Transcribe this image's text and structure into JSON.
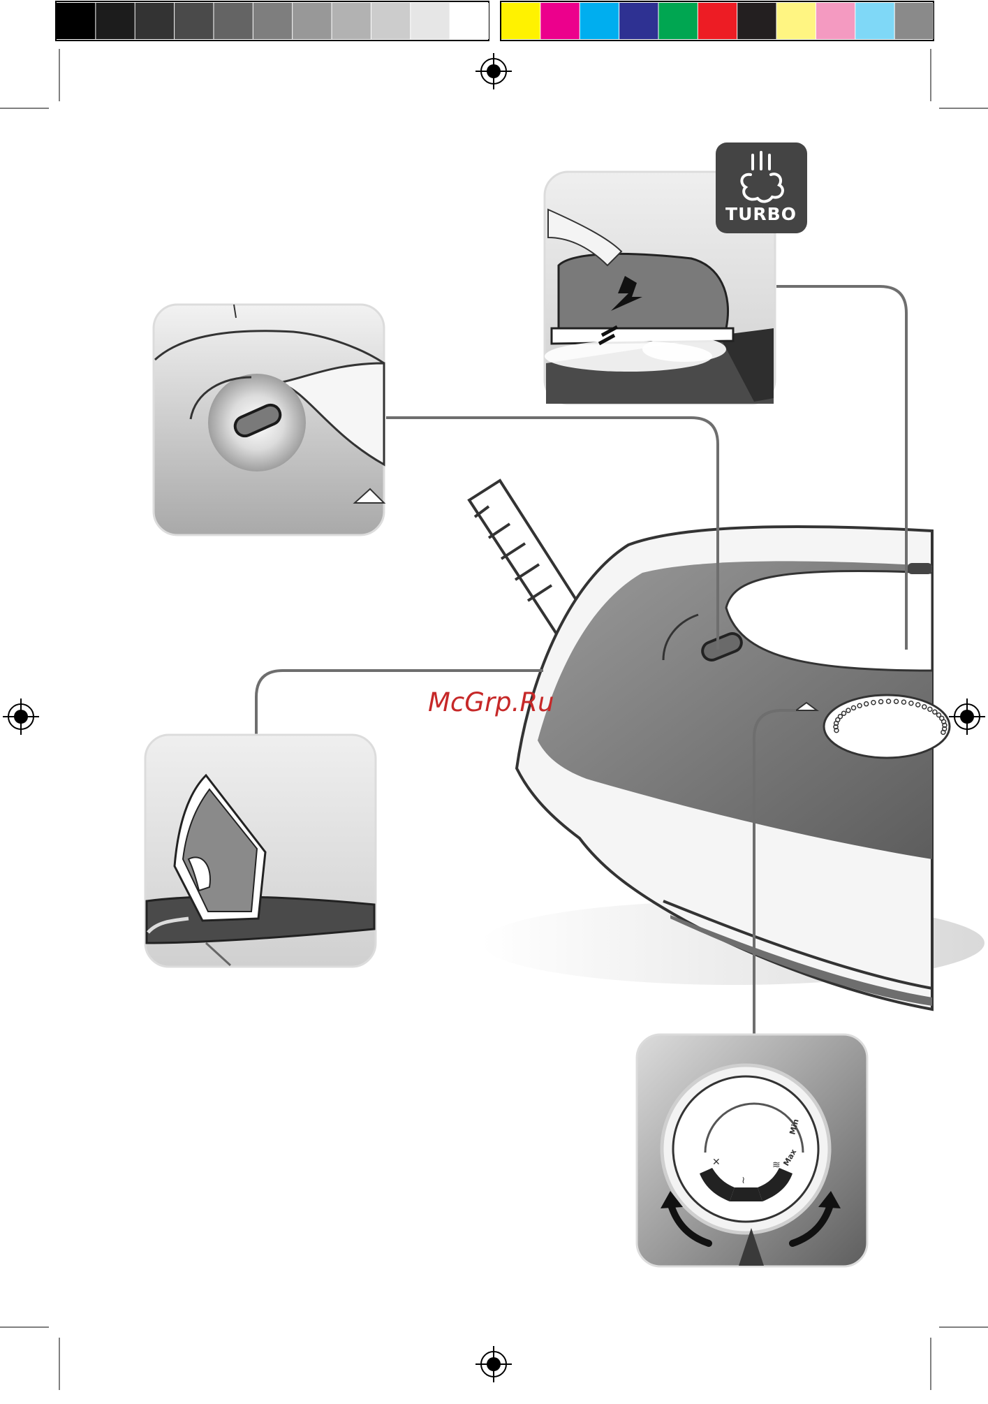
{
  "color_bar": {
    "grayscale": [
      "#000000",
      "#1c1c1c",
      "#333333",
      "#4a4a4a",
      "#646464",
      "#7e7e7e",
      "#989898",
      "#b2b2b2",
      "#cccccc",
      "#e6e6e6",
      "#ffffff"
    ],
    "process": [
      "#fff200",
      "#ec008c",
      "#00aeef",
      "#2e3192",
      "#00a651",
      "#ed1c24",
      "#231f20",
      "#fff582",
      "#f49ac1",
      "#7fd8f7",
      "#8a8a8a"
    ]
  },
  "turbo_badge": {
    "label": "TURBO",
    "icon": "steam-burst-icon"
  },
  "dial": {
    "min_label": "Min",
    "max_label": "Max",
    "icons": [
      "no-steam-icon",
      "steam-icon",
      "max-steam-icon"
    ]
  },
  "watermark": "McGrp.Ru",
  "colors": {
    "panel_gray": "#8a8a8a",
    "badge_bg": "#444444",
    "connector": "#6e6e6e",
    "watermark_red": "#c62828"
  }
}
